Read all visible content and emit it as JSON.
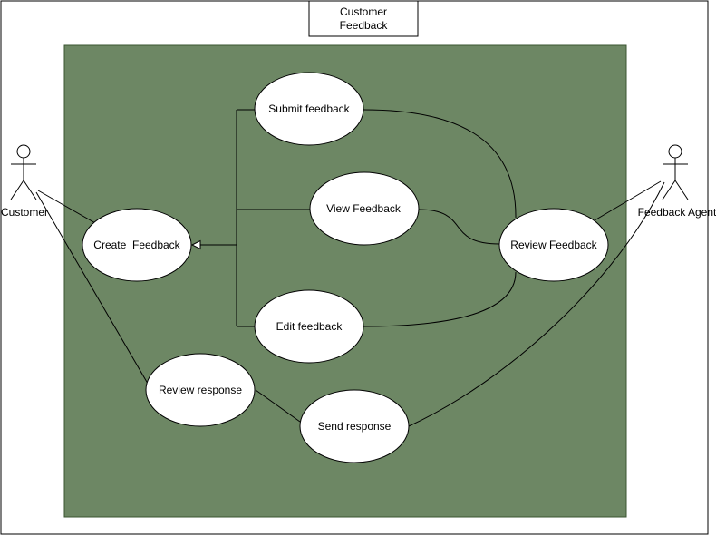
{
  "title_lines": [
    "Customer",
    "Feedback"
  ],
  "actors": {
    "customer": "Customer",
    "agent": "Feedback Agent"
  },
  "use_cases": {
    "submit": "Submit feedback",
    "view": "View Feedback",
    "edit": "Edit feedback",
    "create": "Create  Feedback",
    "review_feedback": "Review Feedback",
    "review_response": "Review response",
    "send_response": "Send response"
  },
  "colors": {
    "system_fill": "#6d8764",
    "stroke": "#000000",
    "usecase_fill": "#ffffff"
  }
}
